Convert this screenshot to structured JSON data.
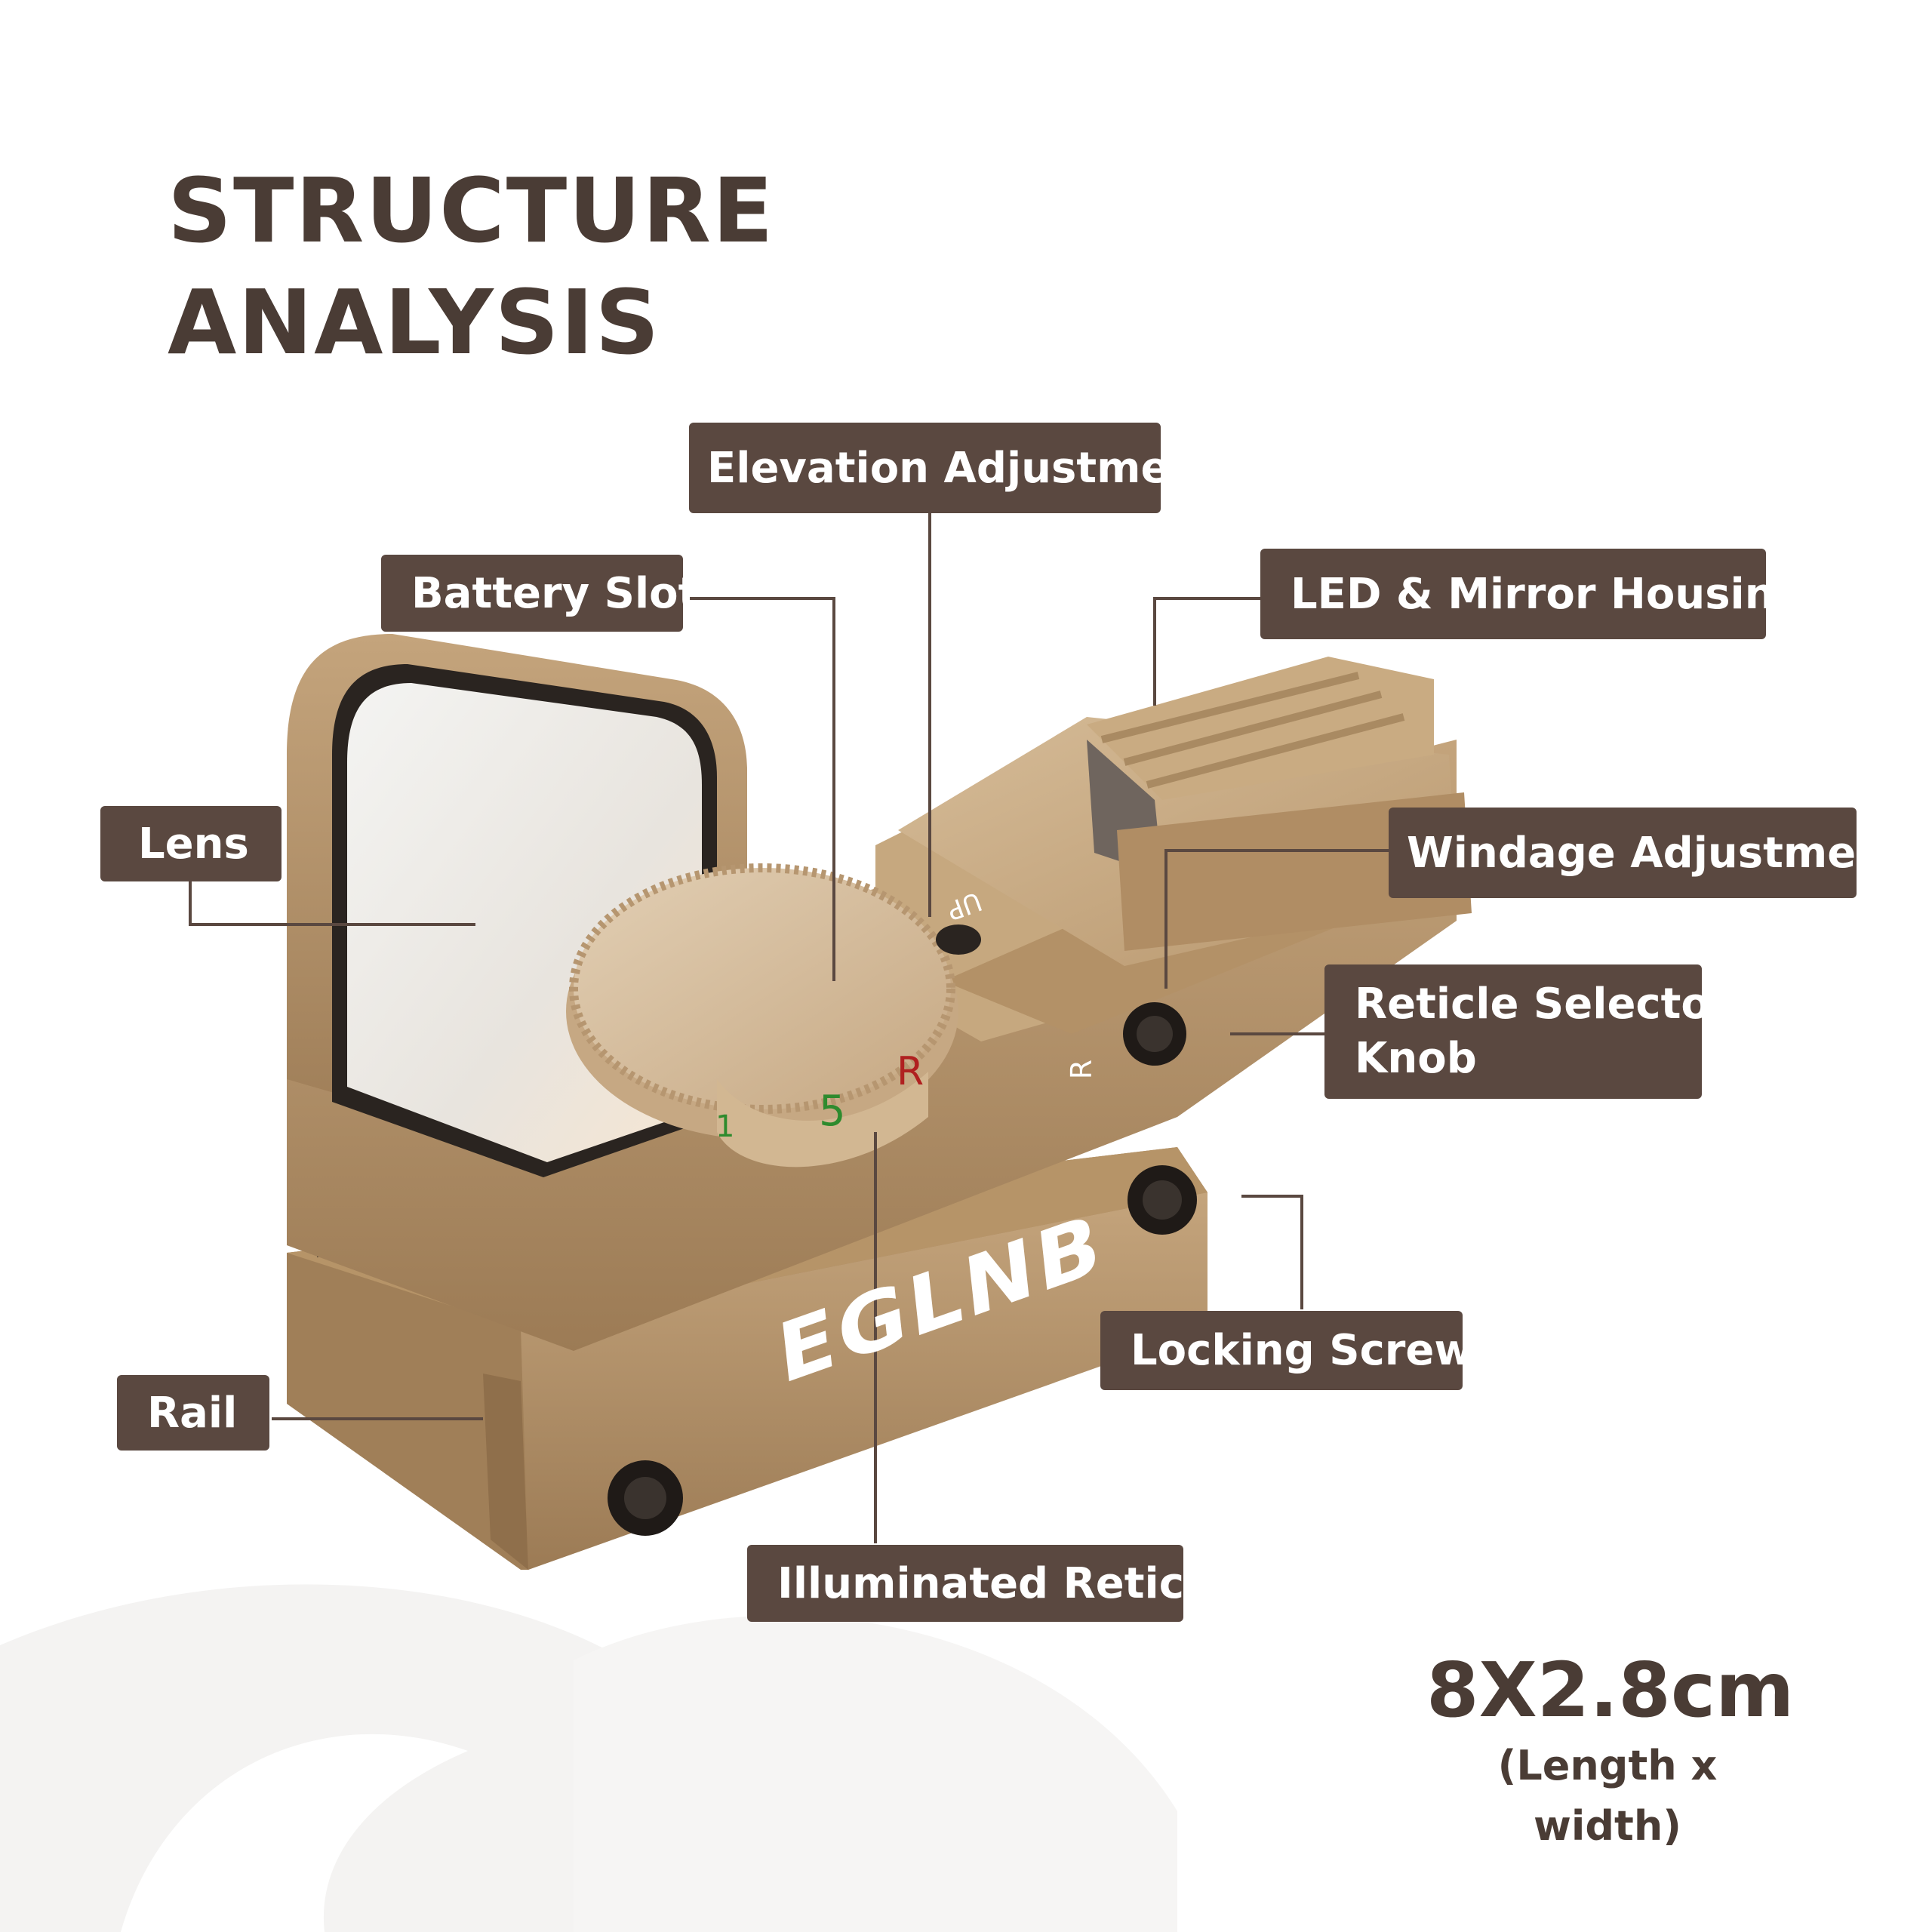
{
  "title": {
    "line1": "STRUCTURE",
    "line2": "ANALYSIS"
  },
  "labels": {
    "elevation": "Elevation Adjustment",
    "battery": "Battery Slot",
    "led": "LED & Mirror Housing",
    "lens": "Lens",
    "windage": "Windage Adjustment",
    "reticle_selector_1": "Reticle Selector",
    "reticle_selector_2": "Knob",
    "locking": "Locking Screw",
    "rail": "Rail",
    "illuminated": "Illuminated Reticle"
  },
  "brand": "EGLNB",
  "dial_marks": {
    "mark1": "1",
    "mark5": "5",
    "markR": "R",
    "up": "UP",
    "sideR": "R"
  },
  "dimensions": {
    "value": "8X2.8cm",
    "unit": "(Length x width)"
  },
  "colors": {
    "body": "#a8865e",
    "label_bg": "#5a4840",
    "title": "#4a3c35"
  }
}
